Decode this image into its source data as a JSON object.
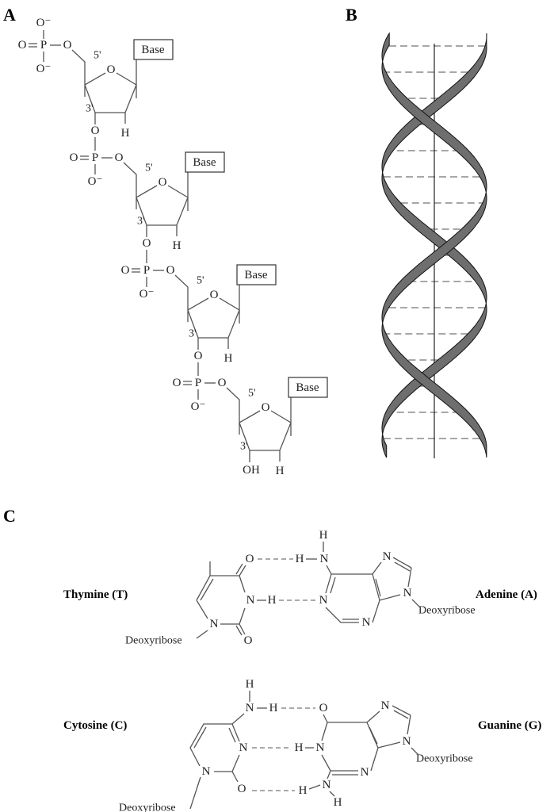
{
  "panels": {
    "a": "A",
    "b": "B",
    "c": "C"
  },
  "panel_a": {
    "units": [
      {
        "base": "Base",
        "five_prime": "5'",
        "three_prime": "3'",
        "top": "O⁻"
      },
      {
        "base": "Base",
        "five_prime": "5'",
        "three_prime": "3'"
      },
      {
        "base": "Base",
        "five_prime": "5'",
        "three_prime": "3'"
      },
      {
        "base": "Base",
        "five_prime": "5'",
        "three_prime": "3'"
      }
    ],
    "atoms": {
      "O": "O",
      "P": "P",
      "O_minus": "O⁻",
      "H": "H",
      "OH": "OH"
    }
  },
  "panel_b": {
    "colors": {
      "ribbon": "#6e6e6e",
      "edge": "#111111",
      "pair": "#8a8a8a"
    }
  },
  "panel_c": {
    "thymine": "Thymine (T)",
    "adenine": "Adenine (A)",
    "cytosine": "Cytosine (C)",
    "guanine": "Guanine (G)",
    "deoxyribose": "Deoxyribose",
    "atoms": {
      "O": "O",
      "N": "N",
      "H": "H"
    }
  }
}
